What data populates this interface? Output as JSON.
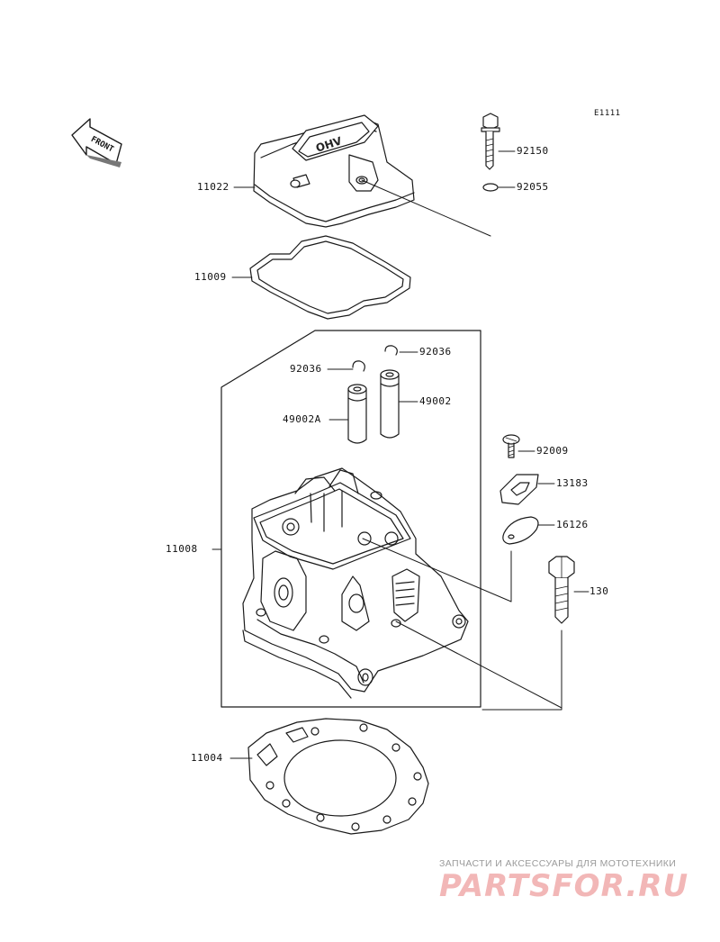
{
  "diagram": {
    "ref_code": "E1111",
    "front_label": "FRONT",
    "cover_embossing": "OHV",
    "parts": [
      {
        "number": "11022"
      },
      {
        "number": "92150"
      },
      {
        "number": "92055"
      },
      {
        "number": "11009"
      },
      {
        "number": "92036"
      },
      {
        "number": "92036"
      },
      {
        "number": "49002"
      },
      {
        "number": "49002A"
      },
      {
        "number": "92009"
      },
      {
        "number": "13183"
      },
      {
        "number": "16126"
      },
      {
        "number": "130"
      },
      {
        "number": "11008"
      },
      {
        "number": "11004"
      }
    ]
  },
  "watermark": {
    "tagline": "ЗАПЧАСТИ И АКСЕССУАРЫ ДЛЯ МОТОТЕХНИКИ",
    "brand": "PARTSFOR.RU"
  }
}
